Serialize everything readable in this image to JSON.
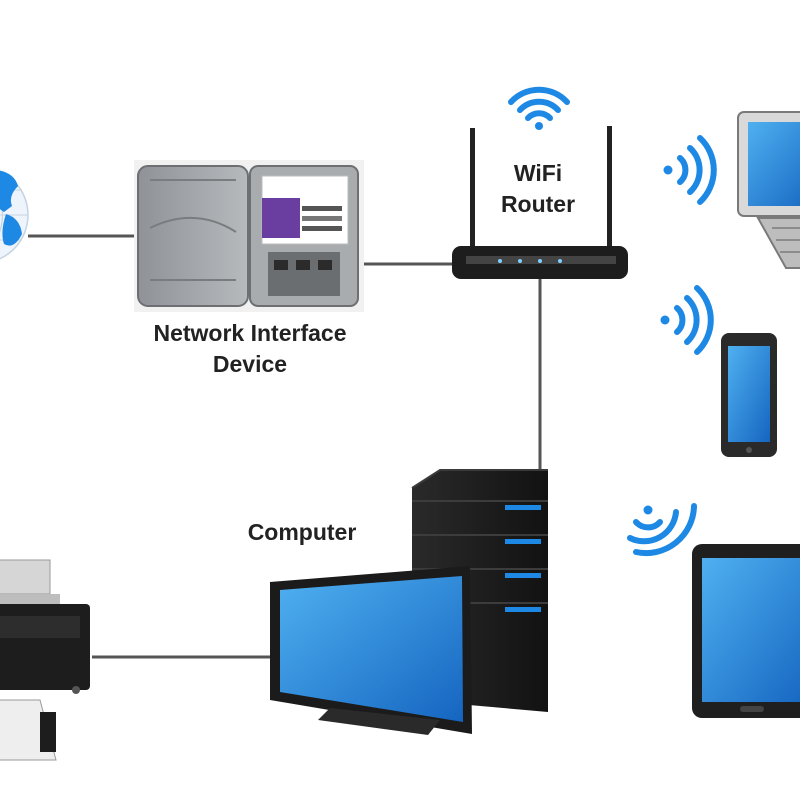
{
  "labels": {
    "nid_line1": "Network Interface",
    "nid_line2": "Device",
    "router_line1": "WiFi",
    "router_line2": "Router",
    "computer": "Computer"
  },
  "icons": [
    "globe-icon",
    "network-interface-device-icon",
    "wifi-router-icon",
    "wifi-signal-icon",
    "laptop-icon",
    "smartphone-icon",
    "tablet-icon",
    "computer-tower-icon",
    "monitor-icon",
    "printer-icon"
  ],
  "colors": {
    "accent": "#1e88e5",
    "cable": "#555555",
    "device_dark": "#1d1d1d",
    "nid_accent": "#6a3ea1"
  }
}
